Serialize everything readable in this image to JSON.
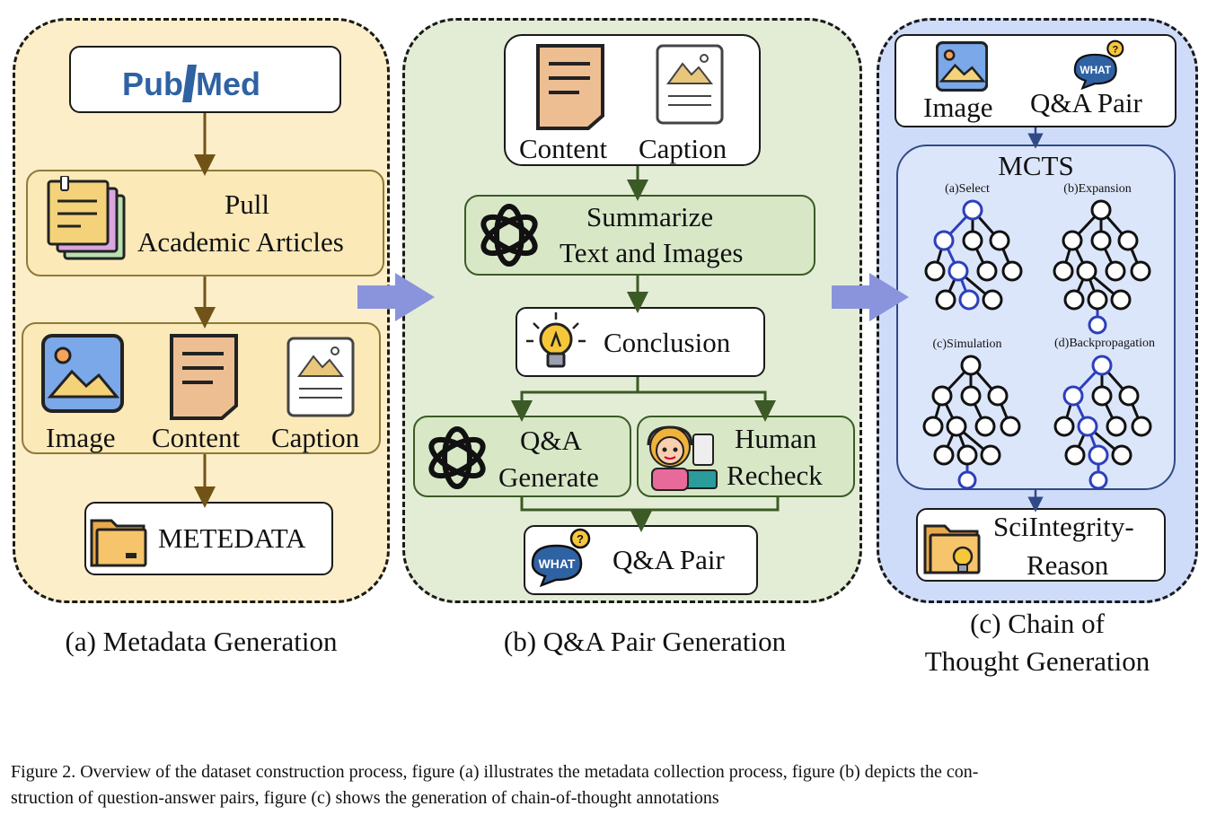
{
  "colors": {
    "panel_a": "#fbeec8",
    "panel_b": "#e3edd6",
    "panel_c": "#cfdcf9",
    "arrow_brown": "#725317",
    "arrow_green": "#3c5a26",
    "arrow_blue": "#304a86",
    "big_arrow": "#8a94dc",
    "pubmed_blue": "#2f62a3",
    "tree_blue": "#2d3fba"
  },
  "panel_a": {
    "pubmed_left": "Pub",
    "pubmed_right": "Med",
    "pull_line1": "Pull",
    "pull_line2": "Academic Articles",
    "image_label": "Image",
    "content_label": "Content",
    "caption_label": "Caption",
    "metadata_label": "METEDATA",
    "title": "(a) Metadata Generation"
  },
  "panel_b": {
    "content_label": "Content",
    "caption_label": "Caption",
    "summarize_line1": "Summarize",
    "summarize_line2": "Text and Images",
    "conclusion_label": "Conclusion",
    "qa_line1": "Q&A",
    "qa_line2": "Generate",
    "human_line1": "Human",
    "human_line2": "Recheck",
    "qa_pair_label": "Q&A Pair",
    "what_badge": "WHAT",
    "title": "(b) Q&A Pair Generation"
  },
  "panel_c": {
    "image_label": "Image",
    "qa_pair_label": "Q&A Pair",
    "what_badge": "WHAT",
    "mcts_title": "MCTS",
    "tree_labels": [
      "(a)Select",
      "(b)Expansion",
      "(c)Simulation",
      "(d)Backpropagation"
    ],
    "result_line1": "SciIntegrity-",
    "result_line2": "Reason",
    "title_line1": "(c) Chain of",
    "title_line2": "Thought Generation"
  },
  "figure_caption": {
    "line1": "Figure 2.  Overview of the dataset construction process, figure (a) illustrates the metadata collection process, figure (b) depicts the con-",
    "line2": "struction of question-answer pairs, figure (c) shows the generation of chain-of-thought annotations"
  }
}
